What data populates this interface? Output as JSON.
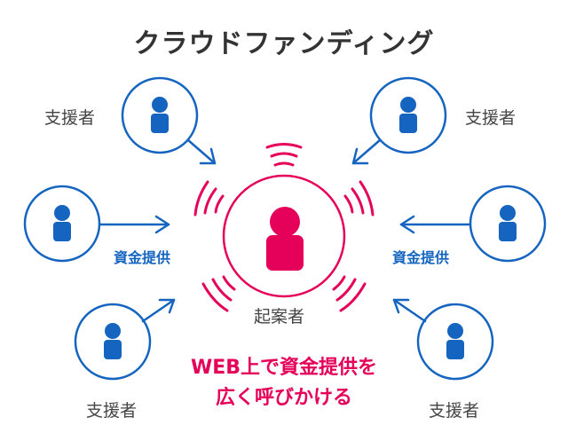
{
  "title": "クラウドファンディング",
  "colors": {
    "supporter": "#1565c0",
    "initiator": "#e5005a",
    "text": "#444444",
    "title": "#333333",
    "background": "#ffffff"
  },
  "initiator": {
    "label": "起案者",
    "icon": "person-icon"
  },
  "supporters": [
    {
      "position": "top-left",
      "label": "支援者",
      "icon": "person-icon"
    },
    {
      "position": "top-right",
      "label": "支援者",
      "icon": "person-icon"
    },
    {
      "position": "middle-left",
      "label": "",
      "icon": "person-icon"
    },
    {
      "position": "middle-right",
      "label": "",
      "icon": "person-icon"
    },
    {
      "position": "bottom-left",
      "label": "支援者",
      "icon": "person-icon"
    },
    {
      "position": "bottom-right",
      "label": "支援者",
      "icon": "person-icon"
    }
  ],
  "arrow_labels": {
    "left": "資金提供",
    "right": "資金提供"
  },
  "message": {
    "line1": "WEB上で資金提供を",
    "line2": "広く呼びかける"
  }
}
